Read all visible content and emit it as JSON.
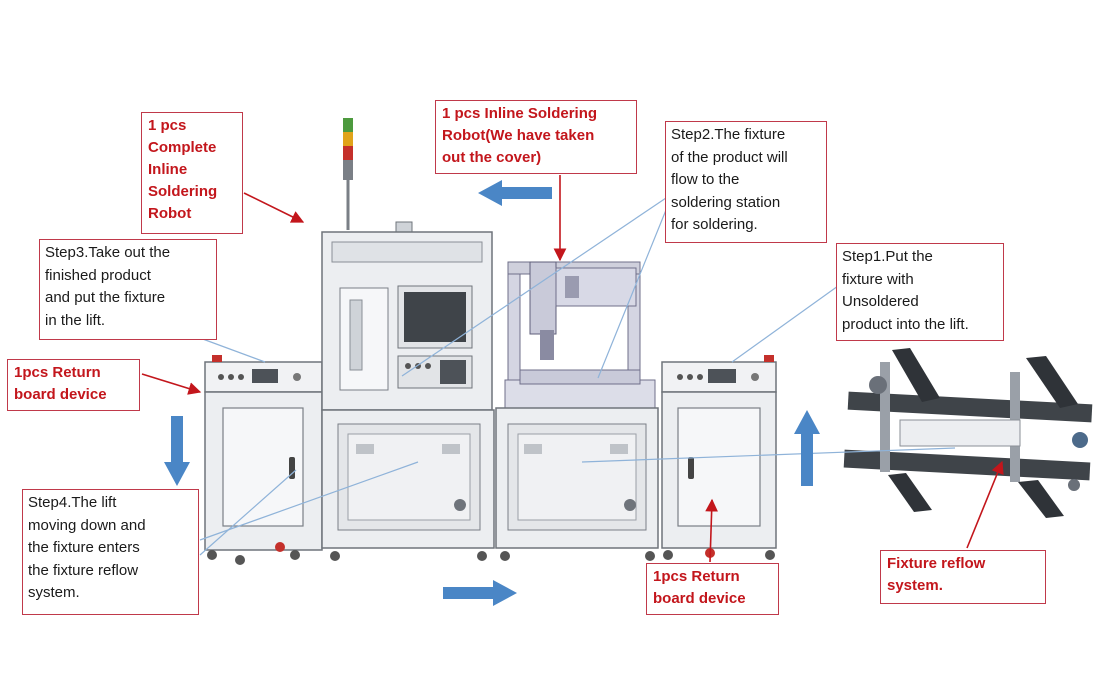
{
  "callouts": {
    "robot_complete": "1 pcs\nComplete\nInline\nSoldering\nRobot",
    "robot_inline": "1 pcs Inline Soldering\nRobot(We have taken\nout the cover)",
    "step2": "Step2.The fixture\nof the product will\nflow to the\nsoldering station\nfor soldering.",
    "step3": "Step3.Take out the\nfinished product\nand put the fixture\nin the lift.",
    "step1": "Step1.Put the\nfixture with\nUnsoldered\nproduct into the lift.",
    "return_left": "1pcs Return\nboard device",
    "step4": "Step4.The lift\nmoving down and\nthe fixture enters\nthe fixture reflow\nsystem.",
    "return_right": "1pcs Return\nboard device",
    "reflow": "Fixture reflow\nsystem."
  },
  "colors": {
    "callout_red": "#c3161c",
    "callout_border": "#c0394a",
    "flow_arrow": "#4a86c6",
    "machine_frame": "#e9ebee",
    "machine_line": "#7a7f86",
    "leader_line": "#8fb3d9"
  }
}
